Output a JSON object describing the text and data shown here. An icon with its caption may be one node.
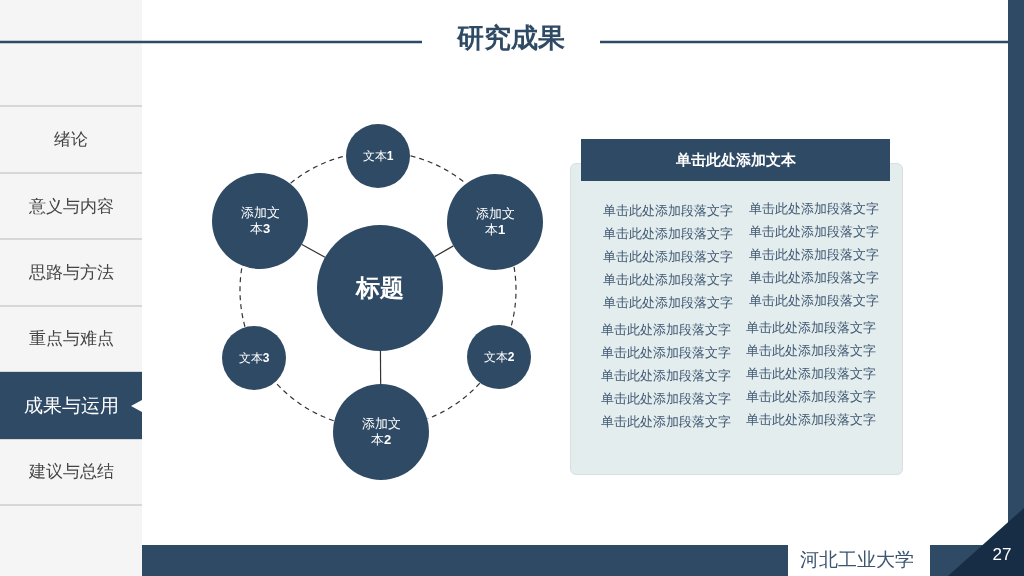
{
  "diagram": {
    "title": "研究成果",
    "nodes": [
      {
        "text": [
          "标题"
        ]
      },
      {
        "text": [
          "文本**1**"
        ]
      },
      {
        "text": [
          "添加文本**1**"
        ]
      },
      {
        "text": [
          "文本**2**"
        ]
      },
      {
        "text": [
          "添加文本**2**"
        ]
      },
      {
        "text": [
          "文本**3**"
        ]
      },
      {
        "text": [
          "添加文本**3**"
        ]
      },
      {
        "text": [
          "单击此处添加文本"
        ]
      },
      {
        "text": [
          "单击此处添加段落文字",
          "单击此处添加段落文字",
          "单击此处添加段落文字",
          "单击此处添加段落文字",
          "单击此处添加段落文字",
          "单击此处添加段落文字",
          "单击此处添加段落文字",
          "单击此处添加段落文字",
          "单击此处添加段落文字",
          "单击此处添加段落文字",
          "单击此处添加段落文字",
          "单击此处添加段落文字",
          "单击此处添加段落文字",
          "单击此处添加段落文字",
          "单击此处添加段落文字",
          "单击此处添加段落文字",
          "单击此处添加段落文字",
          "单击此处添加段落文字",
          "单击此处添加段落文字",
          "单击此处添加段落文字"
        ]
      }
    ],
    "edges": [
      {
        "from": 0,
        "to": 6,
        "arrow": "none"
      },
      {
        "from": 0,
        "to": 2,
        "arrow": "none"
      },
      {
        "from": 0,
        "to": 4,
        "arrow": "none"
      },
      {
        "from": 1,
        "to": 2,
        "arrow": "none",
        "style": "dashed"
      },
      {
        "from": 2,
        "to": 3,
        "arrow": "none",
        "style": "dashed"
      },
      {
        "from": 3,
        "to": 4,
        "arrow": "none",
        "style": "dashed"
      },
      {
        "from": 4,
        "to": 5,
        "arrow": "none",
        "style": "dashed"
      },
      {
        "from": 5,
        "to": 6,
        "arrow": "none",
        "style": "dashed"
      },
      {
        "from": 6,
        "to": 1,
        "arrow": "none",
        "style": "dashed"
      }
    ],
    "labels": [
      "绪论",
      "意义与内容",
      "思路与方法",
      "重点与难点",
      "成果与运用",
      "建议与总结",
      "河北工业大学",
      "27"
    ]
  }
}
